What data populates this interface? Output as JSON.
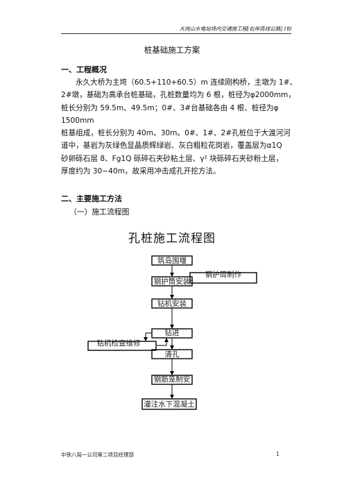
{
  "header": {
    "text": "大岗山水电站场内交通施工程[右岸高线公路] Ⅰ标"
  },
  "doc_title": "桩基础施工方案",
  "section1": {
    "heading": "一、工程概况",
    "lines": [
      "永久大桥为主垮（60.5+110+60.5）m 连续刚构桥，主墩为 1#、",
      "2#墩，基础为高承台桩基础，孔桩数量均为 6 根，桩径为φ2000mm，",
      "桩长分别为  59.5m、49.5m；0#、3#台基础各由  4  根、桩径为φ",
      "1500mm",
      "桩基组成，桩长分别为 40m、30m。0#、1#、2#孔桩位于大渡河河",
      "道中，基岩为灰绿色显晶质辉绿岩、灰白粗粒花岗岩，覆盖层为α1Q",
      "砂卵砾石层 8、Fg1Q 砾碎石夹砂粘土层、γ² 块砾碎石夹砂粉土层，",
      "厚度约为 30~40m，故采用冲击成孔开挖方法。"
    ]
  },
  "section2": {
    "heading": "二、主要施工方法",
    "sub": "（一）施工流程图"
  },
  "flowchart": {
    "title": "孔桩施工流程图",
    "steps": [
      "筑岛围堰",
      "钢护筒制作",
      "钢护筒安装",
      "钻机安装",
      "钻进",
      "钻机检查维修",
      "清孔",
      "钢筋笼制安",
      "灌注水下混凝土"
    ]
  },
  "footer": {
    "left": "中铁八局一公司第二项目经理部",
    "page": "1"
  }
}
